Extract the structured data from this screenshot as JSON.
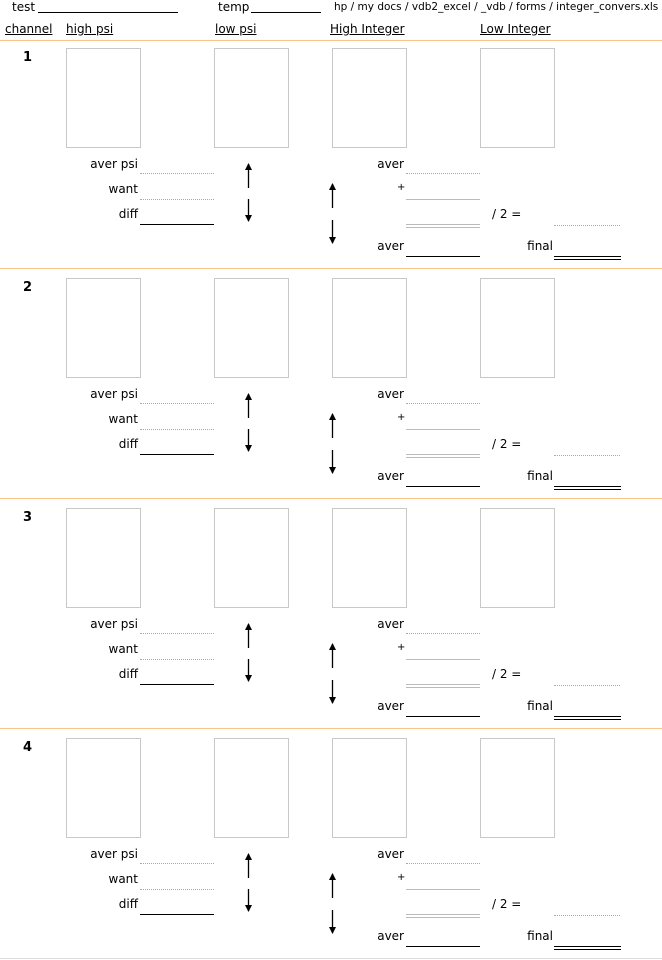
{
  "header": {
    "test_label": "test",
    "temp_label": "temp",
    "path": "hp / my docs / vdb2_excel / _vdb / forms / integer_convers.xls"
  },
  "columns": {
    "channel": "channel",
    "high_psi": " high psi",
    "low_psi": " low psi",
    "high_integer": " High Integer",
    "low_integer": " Low Integer"
  },
  "labels": {
    "aver_psi": "aver psi",
    "want": "want",
    "diff": "diff",
    "aver": "aver",
    "plus": "+",
    "div2": "/ 2 =",
    "final": "final"
  },
  "channels": [
    {
      "number": "1"
    },
    {
      "number": "2"
    },
    {
      "number": "3"
    },
    {
      "number": "4"
    }
  ],
  "accent": "#f8c58a"
}
